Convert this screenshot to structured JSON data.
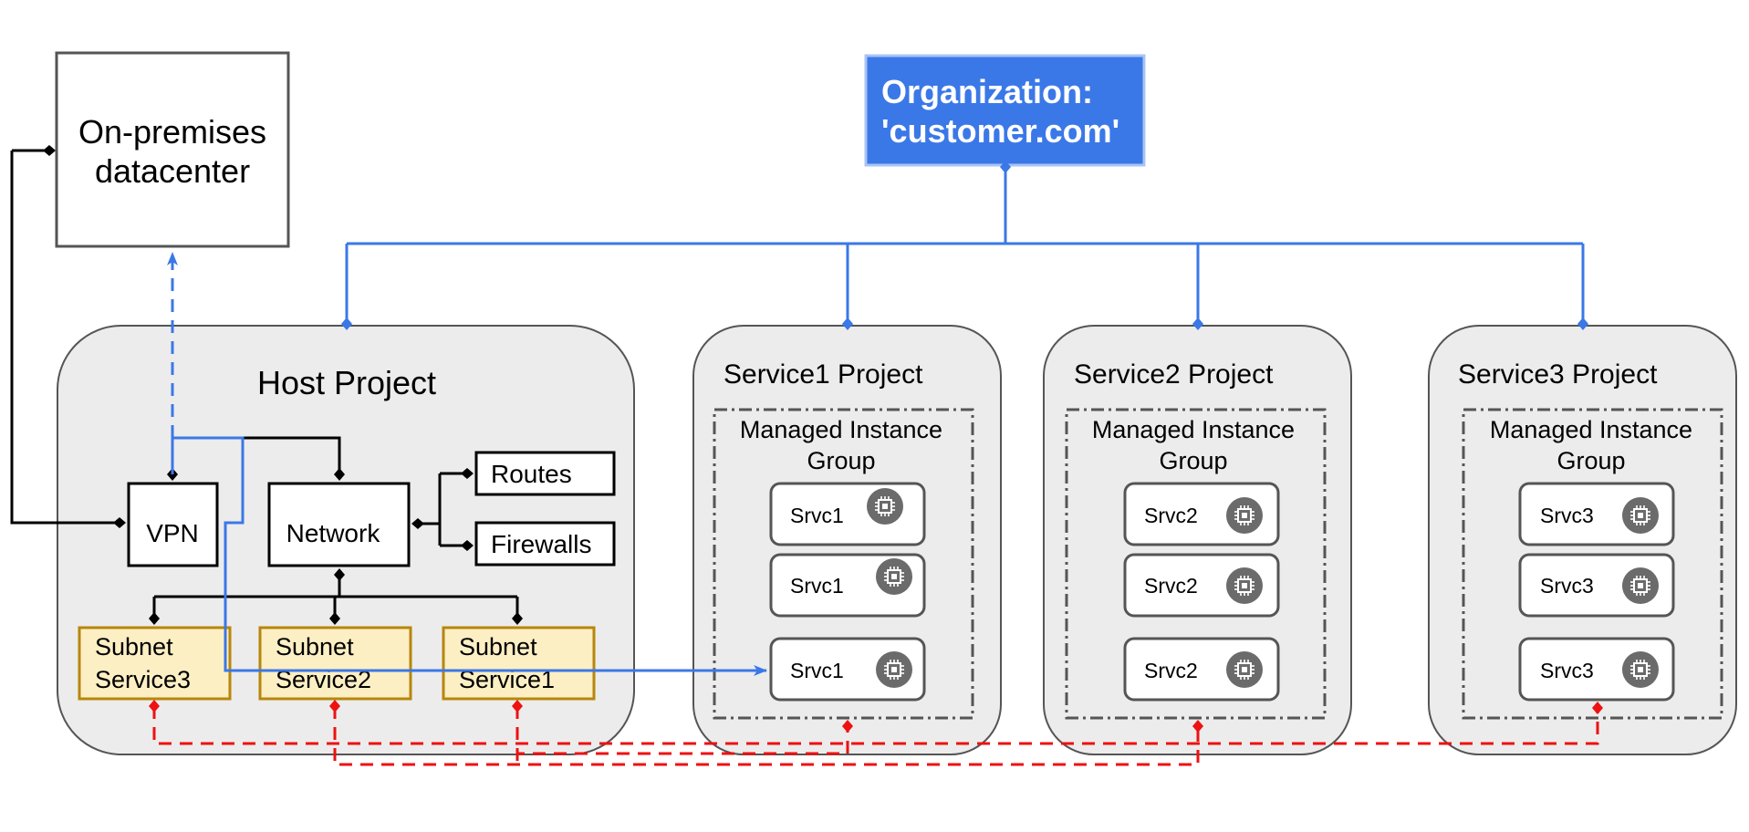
{
  "colors": {
    "org_blue": "#3b78e7",
    "line_blue": "#3b78e7",
    "line_black": "#000000",
    "line_red": "#ee1111",
    "project_fill": "#ececec",
    "subnet_fill": "#fdefc4",
    "subnet_border": "#b8860b",
    "chip_fill": "#6b6b6b"
  },
  "org": {
    "line1": "Organization:",
    "line2": "'customer.com'"
  },
  "onprem": {
    "line1": "On-premises",
    "line2": "datacenter"
  },
  "host": {
    "title": "Host Project",
    "vpn": "VPN",
    "network": "Network",
    "routes": "Routes",
    "firewalls": "Firewalls",
    "subnets": [
      {
        "line1": "Subnet",
        "line2": "Service3"
      },
      {
        "line1": "Subnet",
        "line2": "Service2"
      },
      {
        "line1": "Subnet",
        "line2": "Service1"
      }
    ]
  },
  "service_projects": [
    {
      "title": "Service1 Project",
      "mig_line1": "Managed Instance",
      "mig_line2": "Group",
      "instances": [
        "Srvc1",
        "Srvc1",
        "Srvc1"
      ],
      "icon": "cpu-chip-icon"
    },
    {
      "title": "Service2 Project",
      "mig_line1": "Managed Instance",
      "mig_line2": "Group",
      "instances": [
        "Srvc2",
        "Srvc2",
        "Srvc2"
      ],
      "icon": "cpu-chip-icon"
    },
    {
      "title": "Service3 Project",
      "mig_line1": "Managed Instance",
      "mig_line2": "Group",
      "instances": [
        "Srvc3",
        "Srvc3",
        "Srvc3"
      ],
      "icon": "cpu-chip-icon"
    }
  ]
}
